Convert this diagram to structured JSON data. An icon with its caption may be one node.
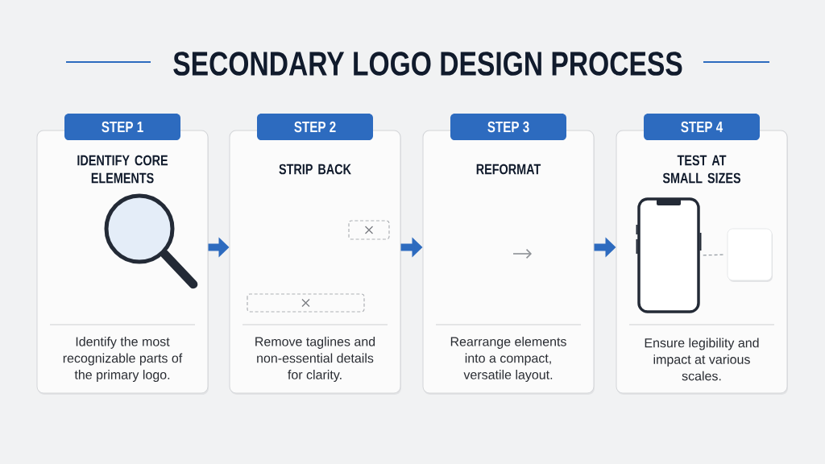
{
  "diagram": {
    "title": "SECONDARY LOGO DESIGN PROCESS",
    "nodes": [
      {
        "text": [
          "STEP 1"
        ]
      },
      {
        "text": [
          "IDENTIFY CORE ELEMENTS",
          "Identify the most recognizable parts of the primary logo."
        ]
      },
      {
        "text": [
          "STEP 2"
        ]
      },
      {
        "text": [
          "STRIP BACK",
          "Remove taglines and non-essential details for clarity."
        ]
      },
      {
        "text": [
          "STEP 3"
        ]
      },
      {
        "text": [
          "REFORMAT",
          "Rearrange elements into a compact, versatile layout."
        ]
      },
      {
        "text": [
          "STEP 4"
        ]
      },
      {
        "text": [
          "TEST AT SMALL SIZES",
          "Ensure legibility and impact at various scales."
        ]
      },
      {
        "text": [],
        "shape": "picture",
        "in": 7
      },
      {
        "text": [],
        "shape": "box",
        "in": 7
      }
    ],
    "edges": [
      {
        "from": 1,
        "to": 3,
        "arrow": "to"
      },
      {
        "from": 3,
        "to": 5,
        "arrow": "to"
      },
      {
        "from": 5,
        "to": 7,
        "arrow": "to"
      },
      {
        "from": 8,
        "to": 9,
        "arrow": "none",
        "style": "dashed",
        "color": "#9aa0a6"
      }
    ]
  }
}
